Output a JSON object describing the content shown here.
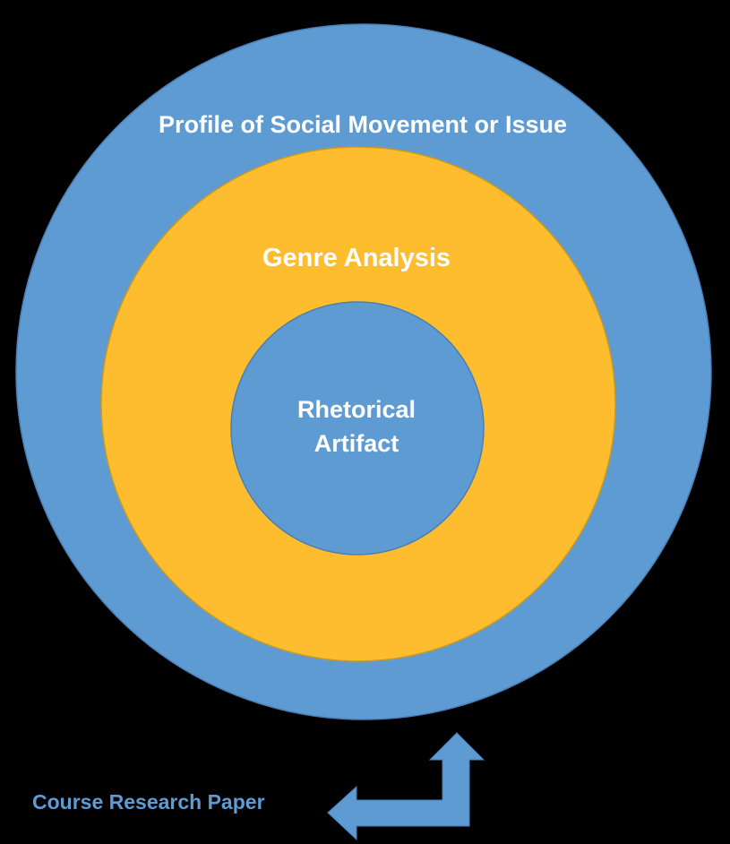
{
  "colors": {
    "background": "#000000",
    "outer_ring": "#5f9bd3",
    "middle_ring": "#fdbd2f",
    "inner_circle": "#5f9bd3",
    "ring_stroke": "#4a7fb5",
    "label_text": "#ffffff",
    "caption_text": "#5f9bd3"
  },
  "rings": {
    "outer": {
      "label": "Profile of Social Movement or Issue"
    },
    "middle": {
      "label": "Genre Analysis"
    },
    "inner": {
      "label_line1": "Rhetorical",
      "label_line2": "Artifact"
    }
  },
  "caption": {
    "label": "Course Research Paper"
  },
  "arrow": {
    "icon": "bent-arrow-up-left-icon"
  }
}
